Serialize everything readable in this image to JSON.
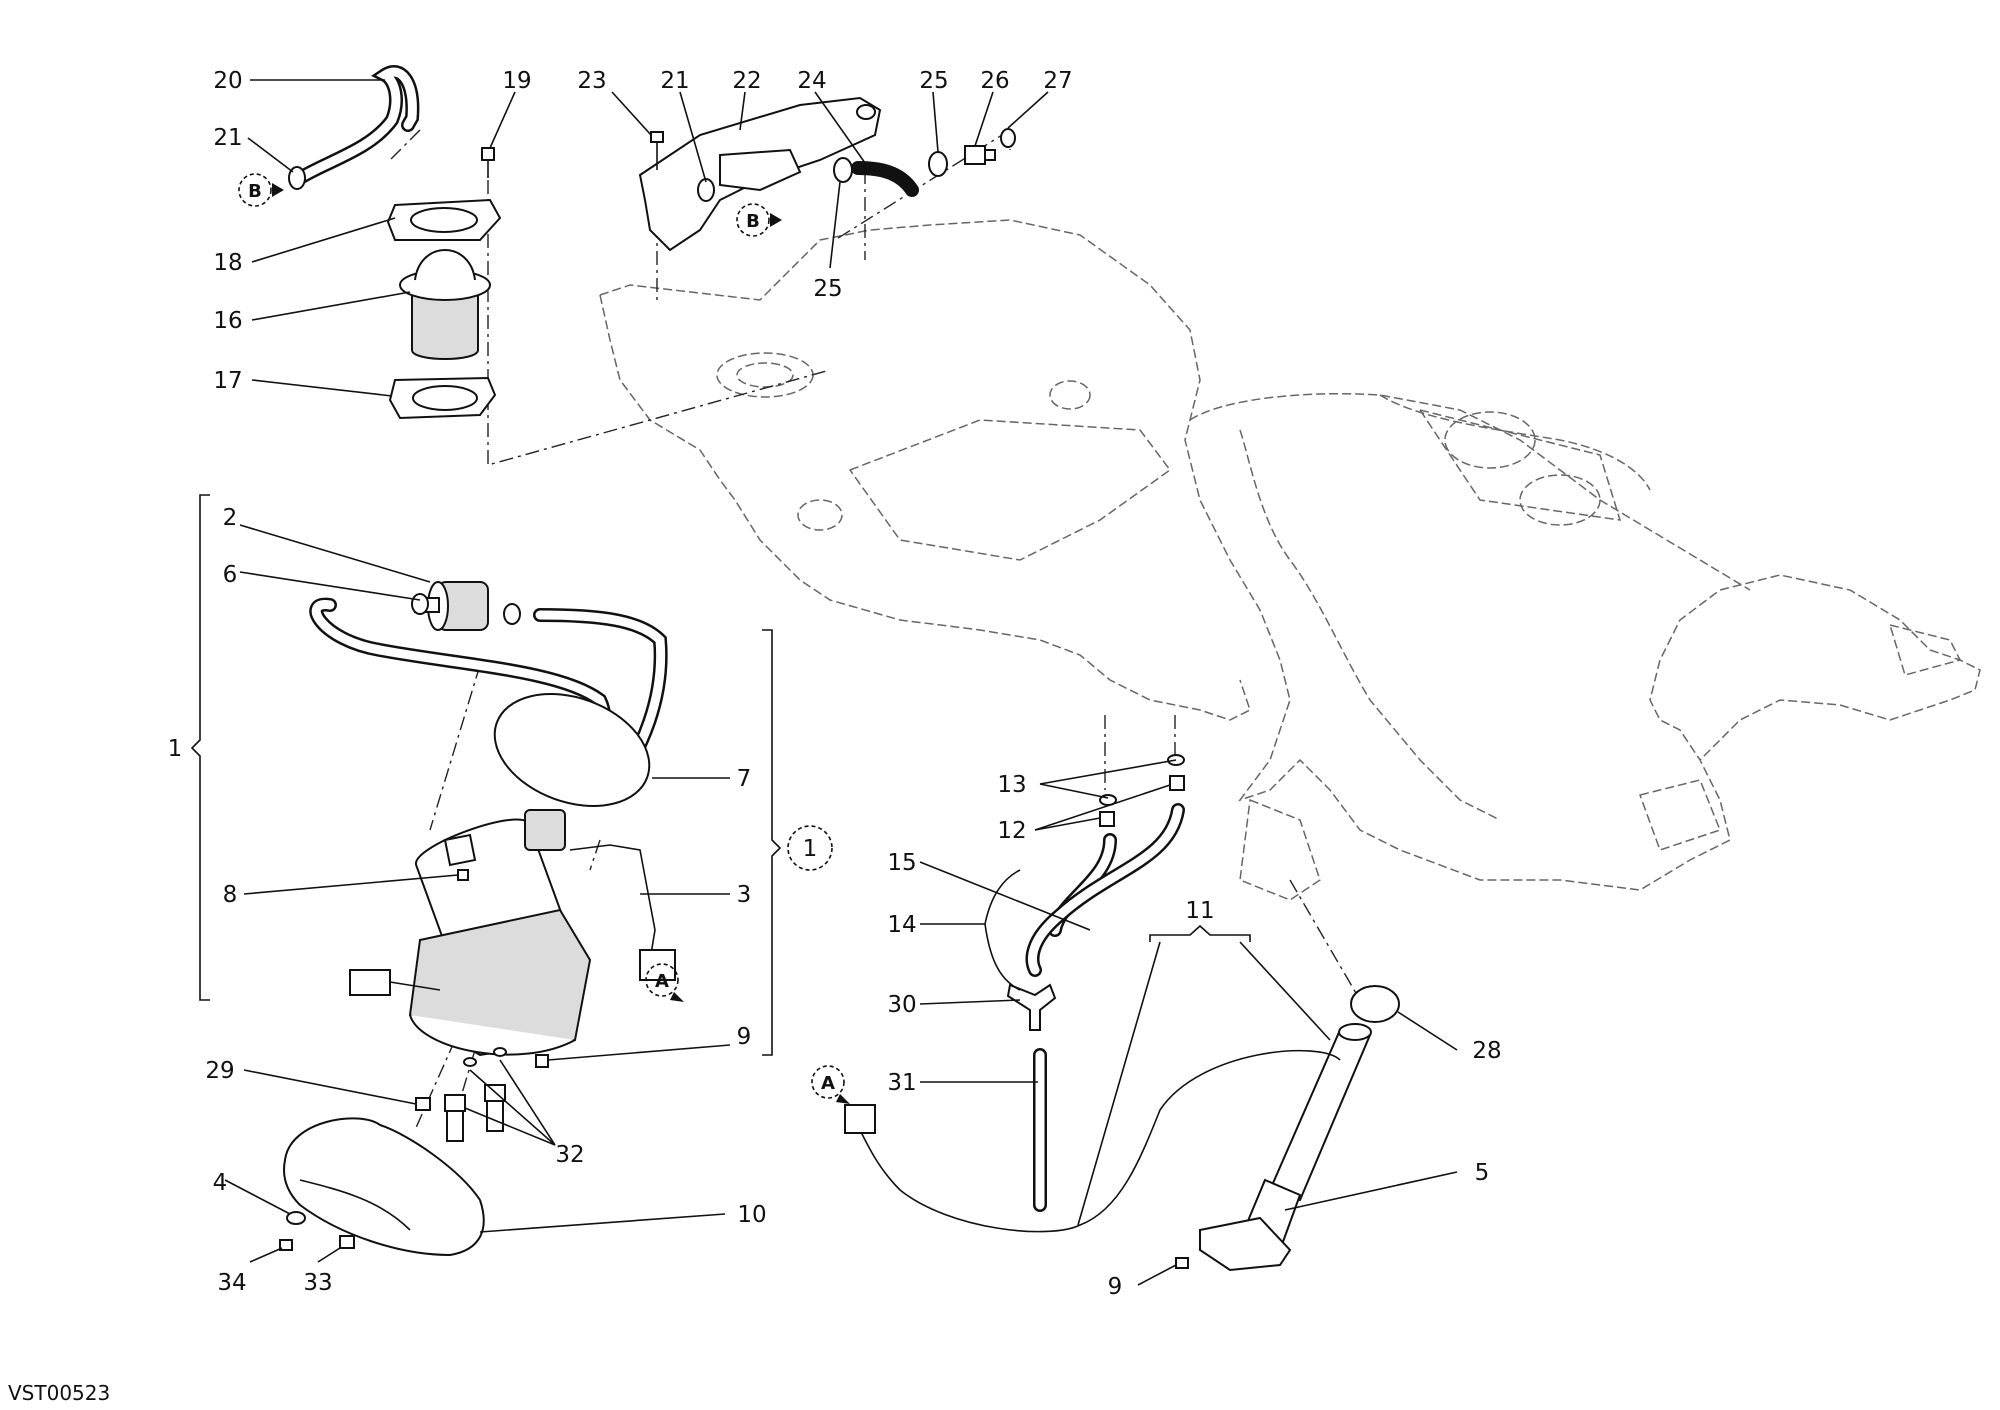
{
  "drawing_code": "VST00523",
  "reference_letters": {
    "A": "A",
    "B": "B"
  },
  "group_marker": "1",
  "callouts": [
    {
      "id": "c-20",
      "label": "20"
    },
    {
      "id": "c-21-top",
      "label": "21"
    },
    {
      "id": "c-19",
      "label": "19"
    },
    {
      "id": "c-18",
      "label": "18"
    },
    {
      "id": "c-16",
      "label": "16"
    },
    {
      "id": "c-17",
      "label": "17"
    },
    {
      "id": "c-23",
      "label": "23"
    },
    {
      "id": "c-21-mid",
      "label": "21"
    },
    {
      "id": "c-22",
      "label": "22"
    },
    {
      "id": "c-24",
      "label": "24"
    },
    {
      "id": "c-25-top",
      "label": "25"
    },
    {
      "id": "c-26",
      "label": "26"
    },
    {
      "id": "c-27",
      "label": "27"
    },
    {
      "id": "c-25-low",
      "label": "25"
    },
    {
      "id": "c-2",
      "label": "2"
    },
    {
      "id": "c-6",
      "label": "6"
    },
    {
      "id": "c-1",
      "label": "1"
    },
    {
      "id": "c-7",
      "label": "7"
    },
    {
      "id": "c-8",
      "label": "8"
    },
    {
      "id": "c-3",
      "label": "3"
    },
    {
      "id": "c-9-pump",
      "label": "9"
    },
    {
      "id": "c-29",
      "label": "29"
    },
    {
      "id": "c-32",
      "label": "32"
    },
    {
      "id": "c-4",
      "label": "4"
    },
    {
      "id": "c-10",
      "label": "10"
    },
    {
      "id": "c-34",
      "label": "34"
    },
    {
      "id": "c-33",
      "label": "33"
    },
    {
      "id": "c-13",
      "label": "13"
    },
    {
      "id": "c-12",
      "label": "12"
    },
    {
      "id": "c-15",
      "label": "15"
    },
    {
      "id": "c-14",
      "label": "14"
    },
    {
      "id": "c-11",
      "label": "11"
    },
    {
      "id": "c-30",
      "label": "30"
    },
    {
      "id": "c-31",
      "label": "31"
    },
    {
      "id": "c-28",
      "label": "28"
    },
    {
      "id": "c-5",
      "label": "5"
    },
    {
      "id": "c-9-gauge",
      "label": "9"
    }
  ]
}
